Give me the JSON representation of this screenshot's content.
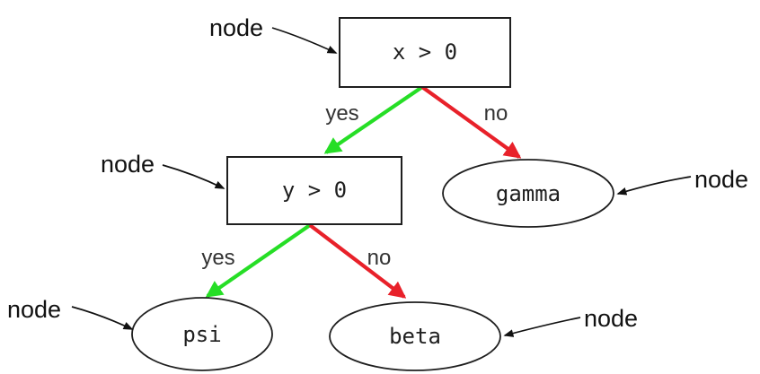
{
  "diagram": {
    "kind": "decision-tree",
    "colors": {
      "yes_edge": "#26DE26",
      "no_edge": "#E8212A",
      "shape_outline": "#1F1F1F",
      "annotation_text": "#111111"
    },
    "nodes": [
      {
        "id": "root",
        "shape": "rect",
        "label": "x > 0"
      },
      {
        "id": "y-check",
        "shape": "rect",
        "label": "y > 0"
      },
      {
        "id": "gamma",
        "shape": "ellipse",
        "label": "gamma"
      },
      {
        "id": "psi",
        "shape": "ellipse",
        "label": "psi"
      },
      {
        "id": "beta",
        "shape": "ellipse",
        "label": "beta"
      }
    ],
    "edges": [
      {
        "from": "root",
        "to": "y-check",
        "label": "yes",
        "color_key": "yes_edge"
      },
      {
        "from": "root",
        "to": "gamma",
        "label": "no",
        "color_key": "no_edge"
      },
      {
        "from": "y-check",
        "to": "psi",
        "label": "yes",
        "color_key": "yes_edge"
      },
      {
        "from": "y-check",
        "to": "beta",
        "label": "no",
        "color_key": "no_edge"
      }
    ],
    "annotations": [
      {
        "label": "node",
        "target": "root"
      },
      {
        "label": "node",
        "target": "y-check"
      },
      {
        "label": "node",
        "target": "gamma"
      },
      {
        "label": "node",
        "target": "psi"
      },
      {
        "label": "node",
        "target": "beta"
      }
    ]
  }
}
